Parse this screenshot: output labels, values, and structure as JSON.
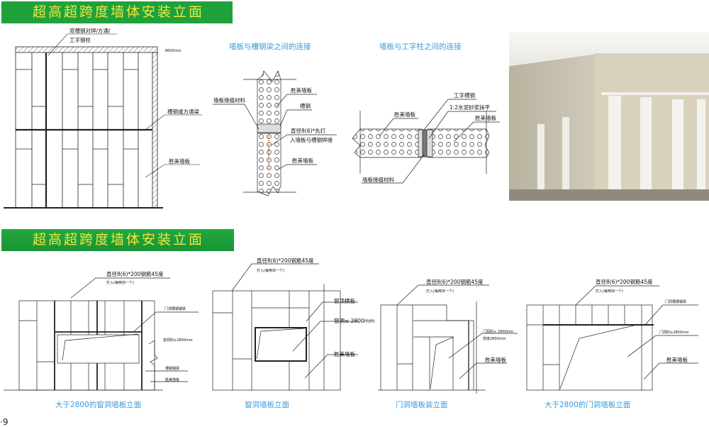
{
  "banners": {
    "top": "超高超跨度墙体安装立面",
    "bottom": "超高超跨度墙体安装立面"
  },
  "drawing1": {
    "column_label_1": "双槽钢对焊/方通/",
    "column_label_2": "工字钢柱",
    "dim_note": "8600mm",
    "beam_label": "槽钢或方通梁",
    "panel_label": "胜美墙板"
  },
  "drawing2": {
    "title": "墙板与槽钢梁之间的连接",
    "joint_material": "墙板接缝材料",
    "panel_top": "胜美墙板",
    "channel": "槽钢",
    "rebar_1": "直径8(6)*先打",
    "rebar_2": "入墙板与槽钢焊接",
    "panel_bottom": "胜美墙板"
  },
  "drawing3": {
    "title": "墙板与工字柱之间的连接",
    "ibeam": "工字槽钢",
    "mortar": "1:2水泥砂浆抹平",
    "panel_right": "胜美墙板",
    "panel_left": "胜美墙板",
    "joint_material": "墙板接缝材料"
  },
  "elevations": [
    {
      "caption": "大于2800的窗洞墙板立面",
      "rebar_1": "直径8(6)*200钢筋45度",
      "rebar_2": "打入(每两块一个)",
      "beam": "门顶槽钢钢梁",
      "opening": "窗洞的≥2800mm",
      "steel_beam": "槽钢钢梁",
      "panel": "胜美墙板"
    },
    {
      "caption": "窗洞墙板立面",
      "rebar_1": "直径8(6)*200钢筋45度",
      "rebar_2": "打入(每两块一个)",
      "top_panel": "窗顶横板",
      "opening": "窗洞≤ 2800mm",
      "panel": "胜美墙板"
    },
    {
      "caption": "门洞墙板装立面",
      "rebar_1": "直径8(6)*200钢筋45度",
      "rebar_2": "打入(每两块一个)",
      "opening_1": "门洞的≤ 2800mm",
      "opening_2": "高度2800mm",
      "panel": "胜美墙板"
    },
    {
      "caption": "大于2800的门洞墙板立面",
      "rebar_1": "直径8(6)*200钢筋45度",
      "rebar_2": "打入(每两块一个)",
      "beam": "门洞槽钢钢梁",
      "opening": "门洞的≥2800mm",
      "panel": "胜美墙板"
    }
  ],
  "page_number": "·9"
}
